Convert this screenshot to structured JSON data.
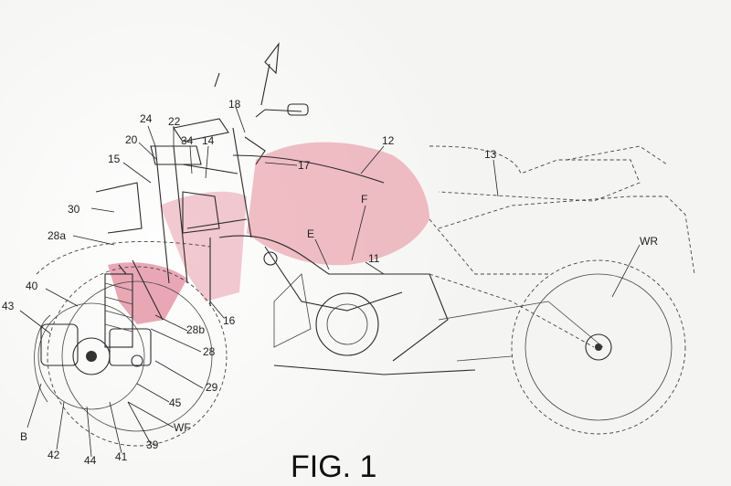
{
  "figure": {
    "caption": "FIG. 1"
  },
  "colors": {
    "red_tint": "#e58a98",
    "line": "#2a2a2a",
    "background": "#f2f2f0"
  },
  "labels": [
    {
      "id": "12",
      "text": "12"
    },
    {
      "id": "13",
      "text": "13"
    },
    {
      "id": "18",
      "text": "18"
    },
    {
      "id": "24",
      "text": "24"
    },
    {
      "id": "22",
      "text": "22"
    },
    {
      "id": "20",
      "text": "20"
    },
    {
      "id": "34",
      "text": "34"
    },
    {
      "id": "14",
      "text": "14"
    },
    {
      "id": "17",
      "text": "17"
    },
    {
      "id": "15",
      "text": "15"
    },
    {
      "id": "30",
      "text": "30"
    },
    {
      "id": "F",
      "text": "F"
    },
    {
      "id": "E",
      "text": "E"
    },
    {
      "id": "11",
      "text": "11"
    },
    {
      "id": "28a",
      "text": "28a"
    },
    {
      "id": "WR",
      "text": "WR"
    },
    {
      "id": "40",
      "text": "40"
    },
    {
      "id": "43",
      "text": "43"
    },
    {
      "id": "16",
      "text": "16"
    },
    {
      "id": "28b",
      "text": "28b"
    },
    {
      "id": "28",
      "text": "28"
    },
    {
      "id": "29",
      "text": "29"
    },
    {
      "id": "45",
      "text": "45"
    },
    {
      "id": "WF",
      "text": "WF"
    },
    {
      "id": "B",
      "text": "B"
    },
    {
      "id": "42",
      "text": "42"
    },
    {
      "id": "44",
      "text": "44"
    },
    {
      "id": "41",
      "text": "41"
    },
    {
      "id": "39",
      "text": "39"
    }
  ]
}
